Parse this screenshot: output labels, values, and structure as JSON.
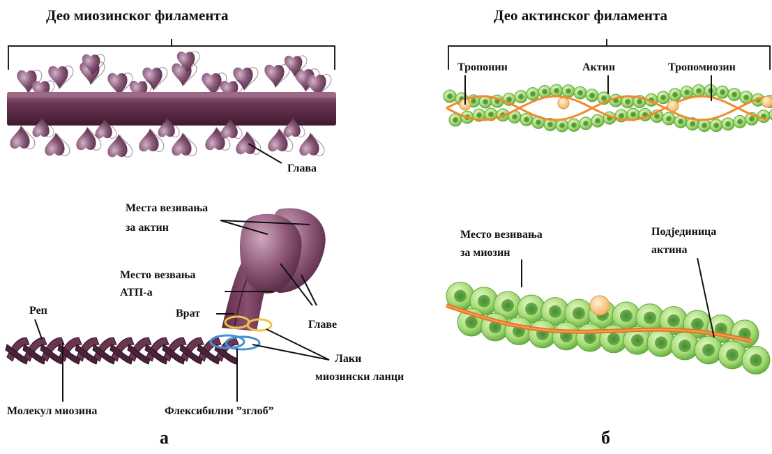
{
  "titles": {
    "myosin_filament": "Део миозинског филамента",
    "actin_filament": "Део актинског филамента"
  },
  "labels": {
    "head": "Глава",
    "actin_binding_1": "Места везивања",
    "actin_binding_2": "за актин",
    "atp_binding_1": "Место везвања",
    "atp_binding_2": "АТП-а",
    "neck": "Врат",
    "tail": "Реп",
    "heads": "Главе",
    "light_chains_1": "Лаки",
    "light_chains_2": "миозински ланци",
    "myosin_molecule": "Молекул миозина",
    "hinge": "Флексибилни ”зглоб”",
    "troponin": "Тропонин",
    "actin": "Актин",
    "tropomyosin": "Тропомиозин",
    "myosin_binding_1": "Место везивања",
    "myosin_binding_2": "за миозин",
    "actin_subunit_1": "Подјединица",
    "actin_subunit_2": "актина"
  },
  "panels": {
    "a": "а",
    "b": "б"
  },
  "colors": {
    "myosin_dark": "#4a2238",
    "myosin_mid": "#7a3f60",
    "myosin_light": "#b58aa6",
    "actin_light": "#c9eaa0",
    "actin_mid": "#8fcf5f",
    "actin_dark": "#3f8f2a",
    "tropomyosin": "#f08a2c",
    "troponin": "#f7cf8a",
    "neck_ring": "#f2c24a",
    "hinge_ring": "#4a8fd0"
  }
}
